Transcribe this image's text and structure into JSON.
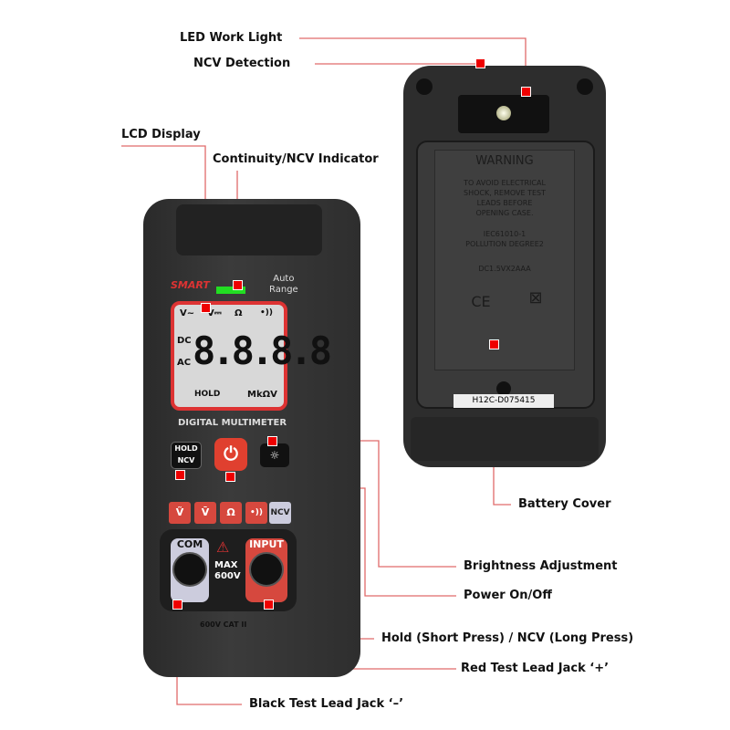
{
  "callouts": {
    "led_work_light": "LED Work Light",
    "ncv_detection": "NCV Detection",
    "lcd_display": "LCD Display",
    "continuity_indicator": "Continuity/NCV Indicator",
    "battery_cover": "Battery Cover",
    "brightness_adjustment": "Brightness Adjustment",
    "power_on_off": "Power On/Off",
    "hold_ncv": "Hold (Short Press) / NCV (Long Press)",
    "red_jack": "Red Test Lead Jack ‘+’",
    "black_jack": "Black Test Lead Jack ‘–’"
  },
  "front": {
    "brand": "SMART",
    "auto_range": [
      "Auto",
      "Range"
    ],
    "lcd_modes": [
      "V~",
      "V⎓",
      "Ω",
      "•))"
    ],
    "lcd_dc": "DC",
    "lcd_ac": "AC",
    "lcd_digits": "8.8.8.8",
    "lcd_hold": "HOLD",
    "lcd_units": "MkΩV",
    "model_label": "DIGITAL MULTIMETER",
    "hold_button": [
      "HOLD",
      "NCV"
    ],
    "mode_buttons": [
      "Ṽ",
      "V̄",
      "Ω",
      "•))",
      "NCV"
    ],
    "com_label": "COM",
    "input_label": "INPUT",
    "max_label": [
      "MAX",
      "600V"
    ],
    "cat_label": "600V CAT II"
  },
  "back": {
    "warning_title": "WARNING",
    "warning_text": [
      "TO AVOID ELECTRICAL",
      "SHOCK, REMOVE TEST",
      "LEADS BEFORE",
      "OPENING CASE."
    ],
    "standard": "IEC61010-1",
    "pollution": "POLLUTION DEGREE2",
    "battery": "DC1.5VX2AAA",
    "ce": "CE",
    "serial": "H12C-D075415"
  },
  "colors": {
    "accent": "#e00000",
    "leader": "#e06060",
    "body": "#2f2f2f",
    "indicator": "#22dd22"
  }
}
